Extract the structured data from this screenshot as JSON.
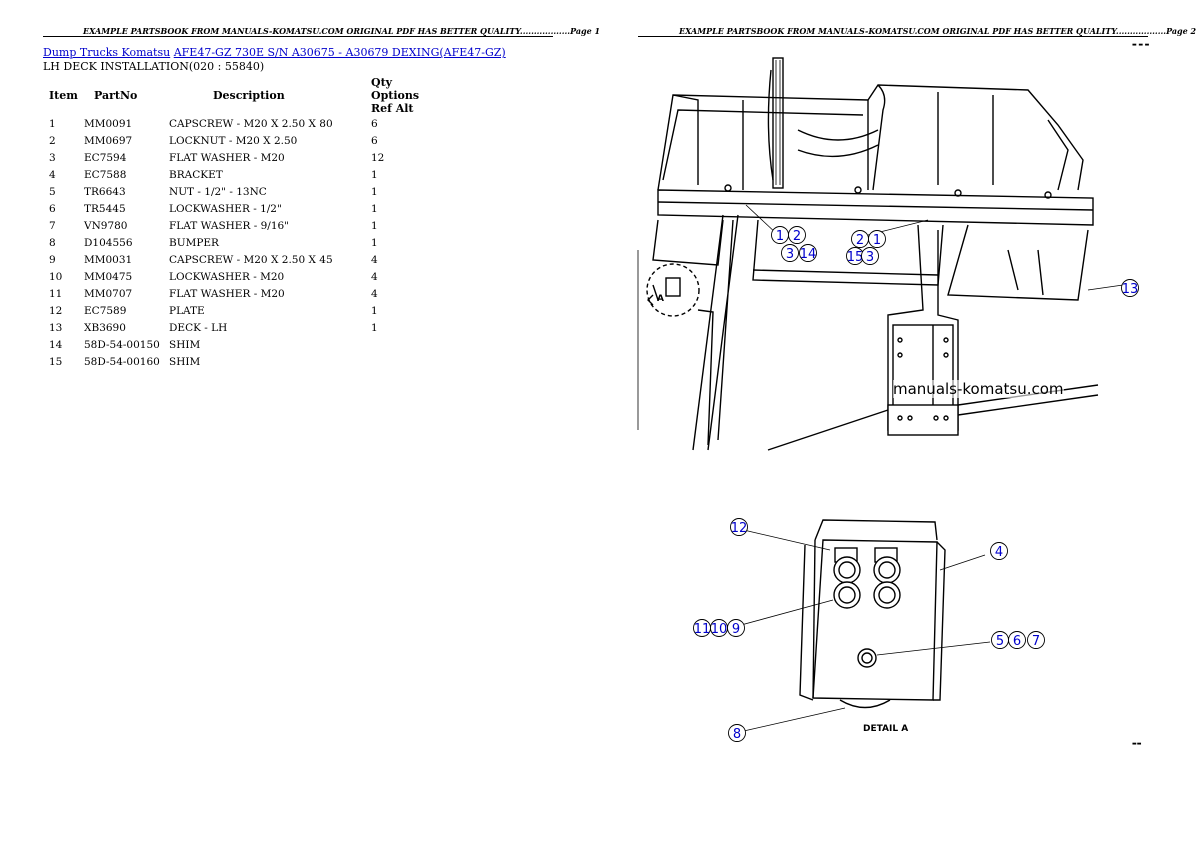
{
  "page1": {
    "header": "EXAMPLE PARTSBOOK FROM MANUALS-KOMATSU.COM ORIGINAL PDF HAS BETTER QUALITY..................Page 1",
    "breadcrumb_link1": "Dump Trucks Komatsu",
    "breadcrumb_link2": "AFE47-GZ 730E S/N A30675 - A30679 DEXING(AFE47-GZ)",
    "section_title": "LH DECK INSTALLATION(020 : 55840)",
    "columns": {
      "item": "Item",
      "partno": "PartNo",
      "description": "Description",
      "rest": "Qty Options Ref Alt"
    },
    "rows": [
      {
        "item": "1",
        "partno": "MM0091",
        "description": "CAPSCREW - M20 X 2.50 X 80",
        "qty": "6"
      },
      {
        "item": "2",
        "partno": "MM0697",
        "description": "LOCKNUT - M20 X 2.50",
        "qty": "6"
      },
      {
        "item": "3",
        "partno": "EC7594",
        "description": "FLAT WASHER - M20",
        "qty": "12"
      },
      {
        "item": "4",
        "partno": "EC7588",
        "description": "BRACKET",
        "qty": "1"
      },
      {
        "item": "5",
        "partno": "TR6643",
        "description": "NUT - 1/2\" - 13NC",
        "qty": "1"
      },
      {
        "item": "6",
        "partno": "TR5445",
        "description": "LOCKWASHER - 1/2\"",
        "qty": "1"
      },
      {
        "item": "7",
        "partno": "VN9780",
        "description": "FLAT WASHER - 9/16\"",
        "qty": "1"
      },
      {
        "item": "8",
        "partno": "D104556",
        "description": "BUMPER",
        "qty": "1"
      },
      {
        "item": "9",
        "partno": "MM0031",
        "description": "CAPSCREW - M20 X 2.50 X 45",
        "qty": "4"
      },
      {
        "item": "10",
        "partno": "MM0475",
        "description": "LOCKWASHER - M20",
        "qty": "4"
      },
      {
        "item": "11",
        "partno": "MM0707",
        "description": "FLAT WASHER - M20",
        "qty": "4"
      },
      {
        "item": "12",
        "partno": "EC7589",
        "description": "PLATE",
        "qty": "1"
      },
      {
        "item": "13",
        "partno": "XB3690",
        "description": "DECK - LH",
        "qty": "1"
      },
      {
        "item": "14",
        "partno": "58D-54-00150",
        "description": "SHIM",
        "qty": ""
      },
      {
        "item": "15",
        "partno": "58D-54-00160",
        "description": "SHIM",
        "qty": ""
      }
    ]
  },
  "page2": {
    "header": "EXAMPLE PARTSBOOK FROM MANUALS-KOMATSU.COM ORIGINAL PDF HAS BETTER QUALITY..................Page 2",
    "watermark": "manuals-komatsu.com",
    "detail_label": "DETAIL A",
    "view_label": "A",
    "callouts_top": [
      "1",
      "2",
      "3",
      "14",
      "2",
      "1",
      "15",
      "3",
      "13"
    ],
    "callouts_detail": [
      "12",
      "4",
      "11",
      "10",
      "9",
      "5",
      "6",
      "7",
      "8"
    ]
  },
  "colors": {
    "callout": "#0000cc",
    "link": "#0000cc"
  }
}
